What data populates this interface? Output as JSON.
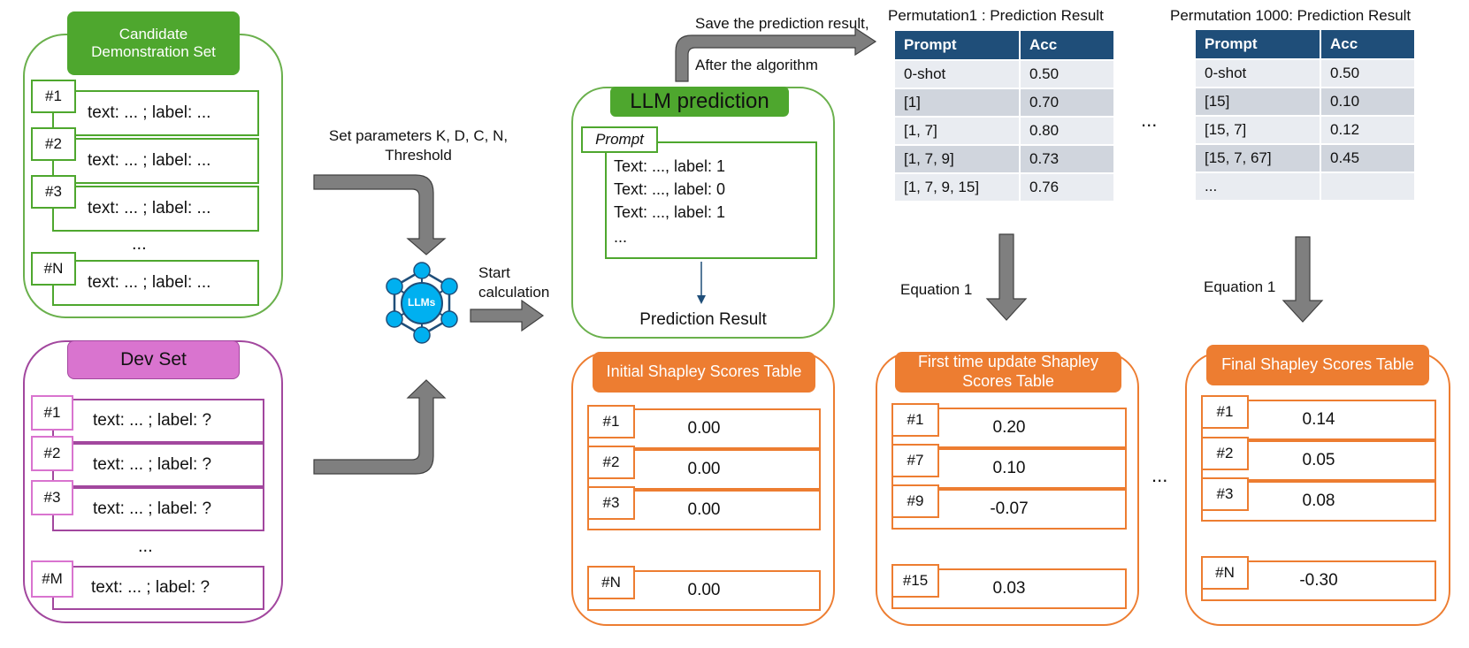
{
  "candidate": {
    "title": "Candidate Demonstration Set",
    "rows": [
      {
        "tag": "#1",
        "text": "text: ... ; label: ..."
      },
      {
        "tag": "#2",
        "text": "text: ... ; label: ..."
      },
      {
        "tag": "#3",
        "text": "text: ... ; label: ..."
      },
      {
        "tag": "#N",
        "text": "text: ... ; label: ..."
      }
    ],
    "ellipsis": "..."
  },
  "dev": {
    "title": "Dev Set",
    "rows": [
      {
        "tag": "#1",
        "text": "text: ... ; label: ?"
      },
      {
        "tag": "#2",
        "text": "text: ... ; label: ?"
      },
      {
        "tag": "#3",
        "text": "text: ... ; label: ?"
      },
      {
        "tag": "#M",
        "text": "text: ... ; label: ?"
      }
    ],
    "ellipsis": "..."
  },
  "params_label": "Set parameters K, D, C, N, Threshold",
  "llm_icon_label": "LLMs",
  "start_label": "Start calculation",
  "save_label": "Save the prediction result,",
  "after_label": "After the algorithm",
  "llm_pred": {
    "title": "LLM prediction",
    "prompt_tag": "Prompt",
    "lines": [
      "Text: ..., label: 1",
      "Text: ..., label: 0",
      "Text: ..., label: 1",
      "..."
    ],
    "result": "Prediction Result"
  },
  "perm1": {
    "title": "Permutation1 : Prediction Result",
    "headers": [
      "Prompt",
      "Acc"
    ],
    "rows": [
      [
        "0-shot",
        "0.50"
      ],
      [
        "[1]",
        "0.70"
      ],
      [
        "[1, 7]",
        "0.80"
      ],
      [
        "[1, 7, 9]",
        "0.73"
      ],
      [
        "[1, 7, 9, 15]",
        "0.76"
      ]
    ]
  },
  "perm1000": {
    "title": "Permutation 1000: Prediction Result",
    "headers": [
      "Prompt",
      "Acc"
    ],
    "rows": [
      [
        "0-shot",
        "0.50"
      ],
      [
        "[15]",
        "0.10"
      ],
      [
        "[15, 7]",
        "0.12"
      ],
      [
        "[15, 7, 67]",
        "0.45"
      ],
      [
        "...",
        ""
      ]
    ]
  },
  "between_tables_ellipsis": "...",
  "between_scores_ellipsis": "...",
  "equation_label_1": "Equation 1",
  "equation_label_2": "Equation 1",
  "initial_scores": {
    "title": "Initial Shapley Scores Table",
    "rows": [
      {
        "tag": "#1",
        "value": "0.00"
      },
      {
        "tag": "#2",
        "value": "0.00"
      },
      {
        "tag": "#3",
        "value": "0.00"
      },
      {
        "tag": "#N",
        "value": "0.00"
      }
    ]
  },
  "first_scores": {
    "title": "First time update Shapley Scores Table",
    "rows": [
      {
        "tag": "#1",
        "value": "0.20"
      },
      {
        "tag": "#7",
        "value": "0.10"
      },
      {
        "tag": "#9",
        "value": "-0.07"
      },
      {
        "tag": "#15",
        "value": "0.03"
      }
    ]
  },
  "final_scores": {
    "title": "Final Shapley Scores Table",
    "rows": [
      {
        "tag": "#1",
        "value": "0.14"
      },
      {
        "tag": "#2",
        "value": "0.05"
      },
      {
        "tag": "#3",
        "value": "0.08"
      },
      {
        "tag": "#N",
        "value": "-0.30"
      }
    ]
  },
  "colors": {
    "green": "#4ea72e",
    "purple": "#a2479e",
    "pink": "#d974cf",
    "orange": "#ed7d31",
    "table_header": "#1f4e79",
    "arrow_gray": "#808080",
    "llm_blue": "#00b0f0"
  }
}
